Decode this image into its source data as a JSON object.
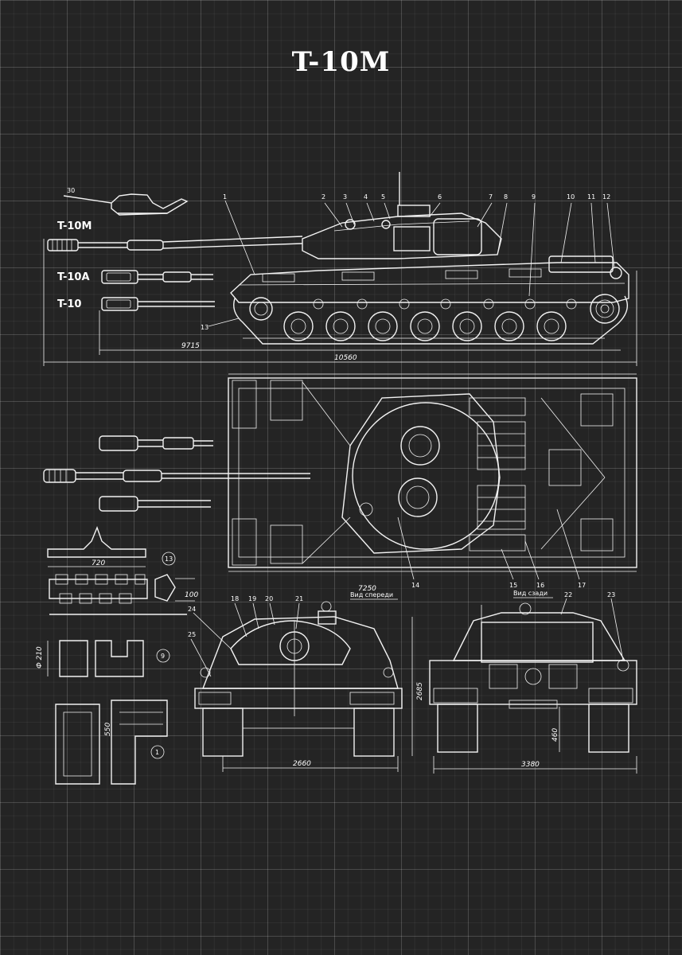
{
  "title": "T-10M",
  "variant_labels": {
    "t10m": "T-10M",
    "t10a": "T-10A",
    "t10": "T-10"
  },
  "dimensions": {
    "d9715": "9715",
    "d10560": "10560",
    "d7250": "7250",
    "d720": "720",
    "d2660": "2660",
    "d3380": "3380",
    "d2685": "2685",
    "d460": "460",
    "d100": "100",
    "d210": "Ф 210",
    "d550": "550"
  },
  "view_labels": {
    "front": "Вид спереди",
    "rear": "Вид сзади"
  },
  "callouts": {
    "c1": "1",
    "c2": "2",
    "c3": "3",
    "c4": "4",
    "c5": "5",
    "c6": "6",
    "c7": "7",
    "c8": "8",
    "c9": "9",
    "c10": "10",
    "c11": "11",
    "c12": "12",
    "c13": "13",
    "c14": "14",
    "c15": "15",
    "c16": "16",
    "c17": "17",
    "c18": "18",
    "c19": "19",
    "c20": "20",
    "c21": "21",
    "c22": "22",
    "c23": "23",
    "c24": "24",
    "c25": "25",
    "c30": "30"
  },
  "circle_marks": {
    "m13": "13",
    "m9": "9",
    "m1": "1"
  },
  "colors": {
    "background": "#242424",
    "lines": "#f2f2f2"
  }
}
